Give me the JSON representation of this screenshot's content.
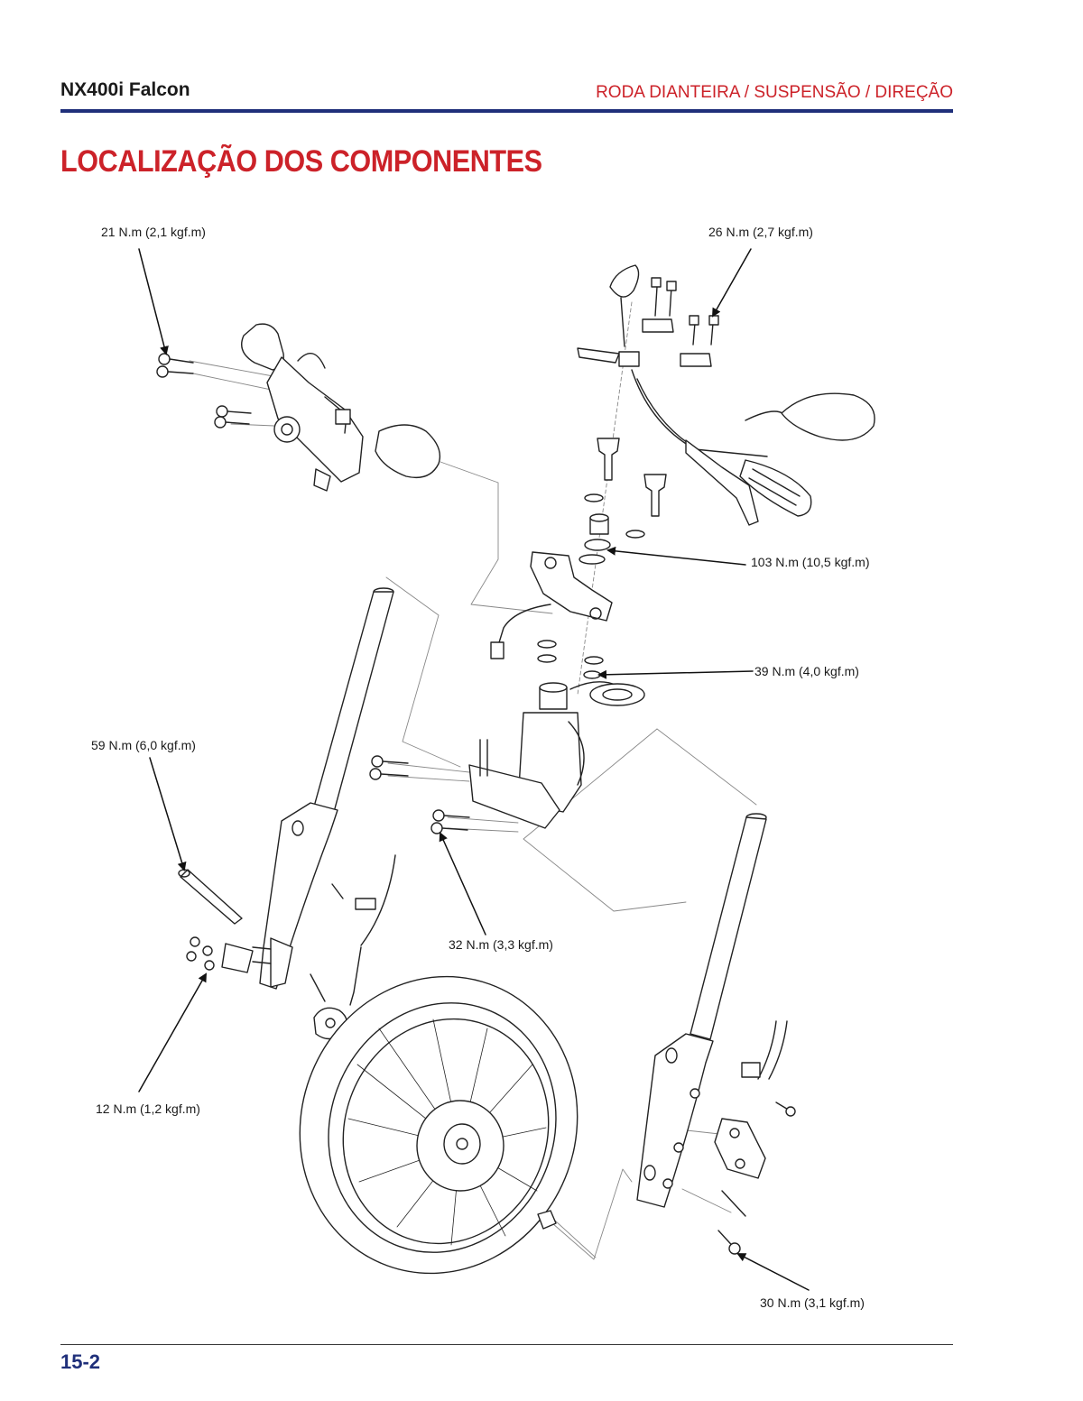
{
  "header": {
    "model": "NX400i Falcon",
    "section": "RODA DIANTEIRA / SUSPENSÃO / DIREÇÃO"
  },
  "page_title": "LOCALIZAÇÃO DOS COMPONENTES",
  "torque_labels": {
    "handlebar_switch_bolts": "21 N.m (2,1 kgf.m)",
    "handlebar_holder_bolts": "26 N.m (2,7 kgf.m)",
    "steering_stem_nut": "103 N.m (10,5 kgf.m)",
    "stem_adjusting_nut": "39 N.m (4,0 kgf.m)",
    "front_axle": "59 N.m (6,0 kgf.m)",
    "bottom_bridge_bolts": "32 N.m (3,3 kgf.m)",
    "axle_holder_nuts": "12 N.m (1,2 kgf.m)",
    "caliper_bolts": "30 N.m (3,1 kgf.m)"
  },
  "footer": {
    "page_number": "15-2"
  }
}
